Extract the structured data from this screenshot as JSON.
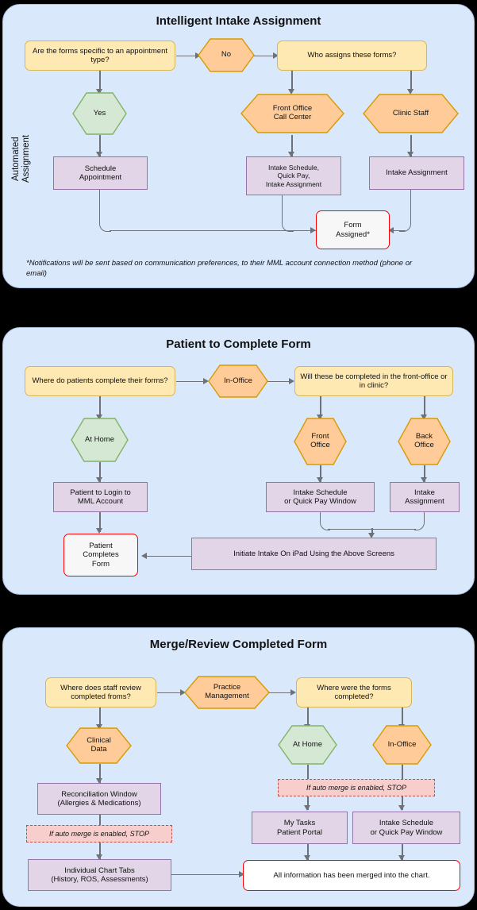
{
  "panels": [
    {
      "id": "intelligent-intake-assignment",
      "title": "Intelligent Intake Assignment",
      "swimlane_label": "Automated\nAssignment",
      "footnote": "*Notifications will be sent based on communication preferences, to their MML account connection method (phone or email)",
      "nodes": {
        "q1": "Are the forms specific to an appointment type?",
        "no": "No",
        "q2": "Who assigns these forms?",
        "yes": "Yes",
        "front_office_call_center": "Front Office\nCall Center",
        "clinic_staff": "Clinic Staff",
        "schedule_appointment": "Schedule\nAppointment",
        "intake_list": "Intake Schedule,\nQuick Pay,\nIntake Assignment",
        "intake_assignment": "Intake Assignment",
        "form_assigned": "Form\nAssigned*"
      }
    },
    {
      "id": "patient-to-complete-form",
      "title": "Patient to Complete Form",
      "nodes": {
        "q1": "Where do patients complete their forms?",
        "in_office": "In-Office",
        "q2": "Will these be completed in the front-office or in clinic?",
        "at_home": "At Home",
        "front_office": "Front\nOffice",
        "back_office": "Back\nOffice",
        "patient_login": "Patient to Login to\nMML Account",
        "intake_schedule_qp": "Intake Schedule\nor Quick Pay Window",
        "intake_assignment": "Intake\nAssignment",
        "patient_completes": "Patient\nCompletes\nForm",
        "initiate_intake": "Initiate Intake On iPad Using the Above Screens"
      }
    },
    {
      "id": "merge-review-completed-form",
      "title": "Merge/Review Completed Form",
      "nodes": {
        "q1": "Where does staff review completed froms?",
        "practice_management": "Practice\nManagement",
        "q2": "Where were the forms completed?",
        "clinical_data": "Clinical\nData",
        "at_home": "At Home",
        "in_office": "In-Office",
        "reconciliation": "Reconciliation Window\n(Allergies & Medications)",
        "stop_left": "If auto merge is enabled, STOP",
        "stop_right": "If auto merge is enabled, STOP",
        "chart_tabs": "Individual Chart Tabs\n(History, ROS, Assessments)",
        "my_tasks": "My Tasks\nPatient Portal",
        "intake_schedule_qp": "Intake Schedule\nor Quick Pay Window",
        "merged": "All information has been merged into the chart."
      }
    }
  ],
  "colors": {
    "panel_bg": "#dae8fc",
    "panel_border": "#a8bde0",
    "question_fill": "#ffe9b3",
    "question_border": "#d6b656",
    "hex_orange_fill": "#ffcc99",
    "hex_orange_border": "#d79b00",
    "hex_green_fill": "#d5e8d4",
    "hex_green_border": "#82b366",
    "process_fill": "#e1d5e7",
    "process_border": "#9673a6",
    "terminal_border": "#ff0000",
    "terminal_fill": "#f7f7f7",
    "stop_fill": "#f8cecc",
    "stop_border": "#b85450",
    "connector": "#6e7278",
    "text": "#111111"
  }
}
